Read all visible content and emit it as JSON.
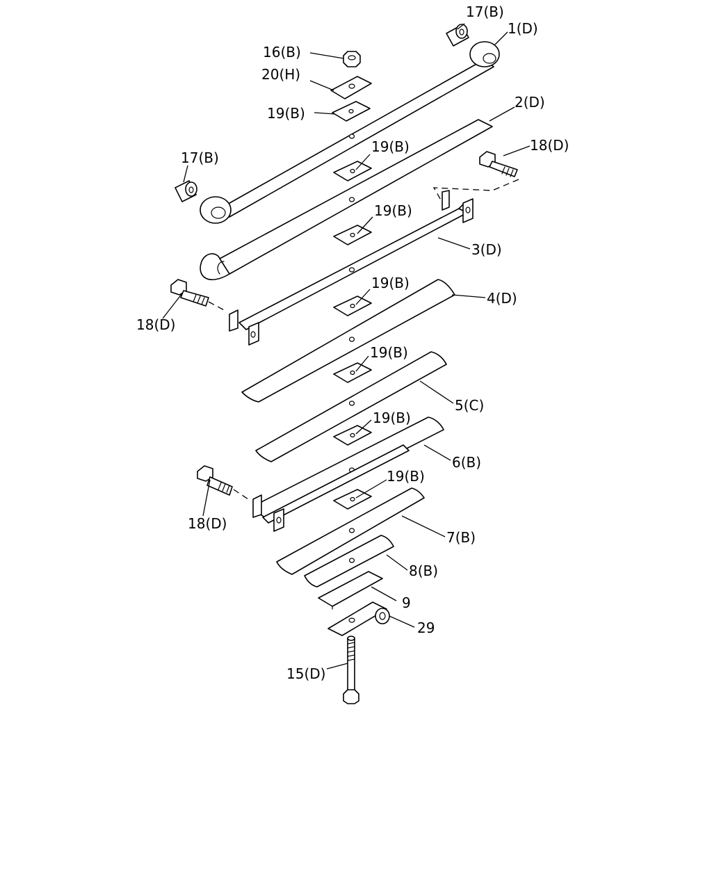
{
  "callouts": {
    "c17b_top": "17(B)",
    "c1d": "1(D)",
    "c16b": "16(B)",
    "c20h": "20(H)",
    "c19b_1": "19(B)",
    "c2d": "2(D)",
    "c17b_left": "17(B)",
    "c19b_2": "19(B)",
    "c18d_right": "18(D)",
    "c19b_3": "19(B)",
    "c3d": "3(D)",
    "c19b_4": "19(B)",
    "c4d": "4(D)",
    "c18d_left": "18(D)",
    "c19b_5": "19(B)",
    "c5c": "5(C)",
    "c19b_6": "19(B)",
    "c6b": "6(B)",
    "c18d_lower": "18(D)",
    "c19b_7": "19(B)",
    "c7b": "7(B)",
    "c8b": "8(B)",
    "c9": "9",
    "c29": "29",
    "c15d": "15(D)"
  }
}
